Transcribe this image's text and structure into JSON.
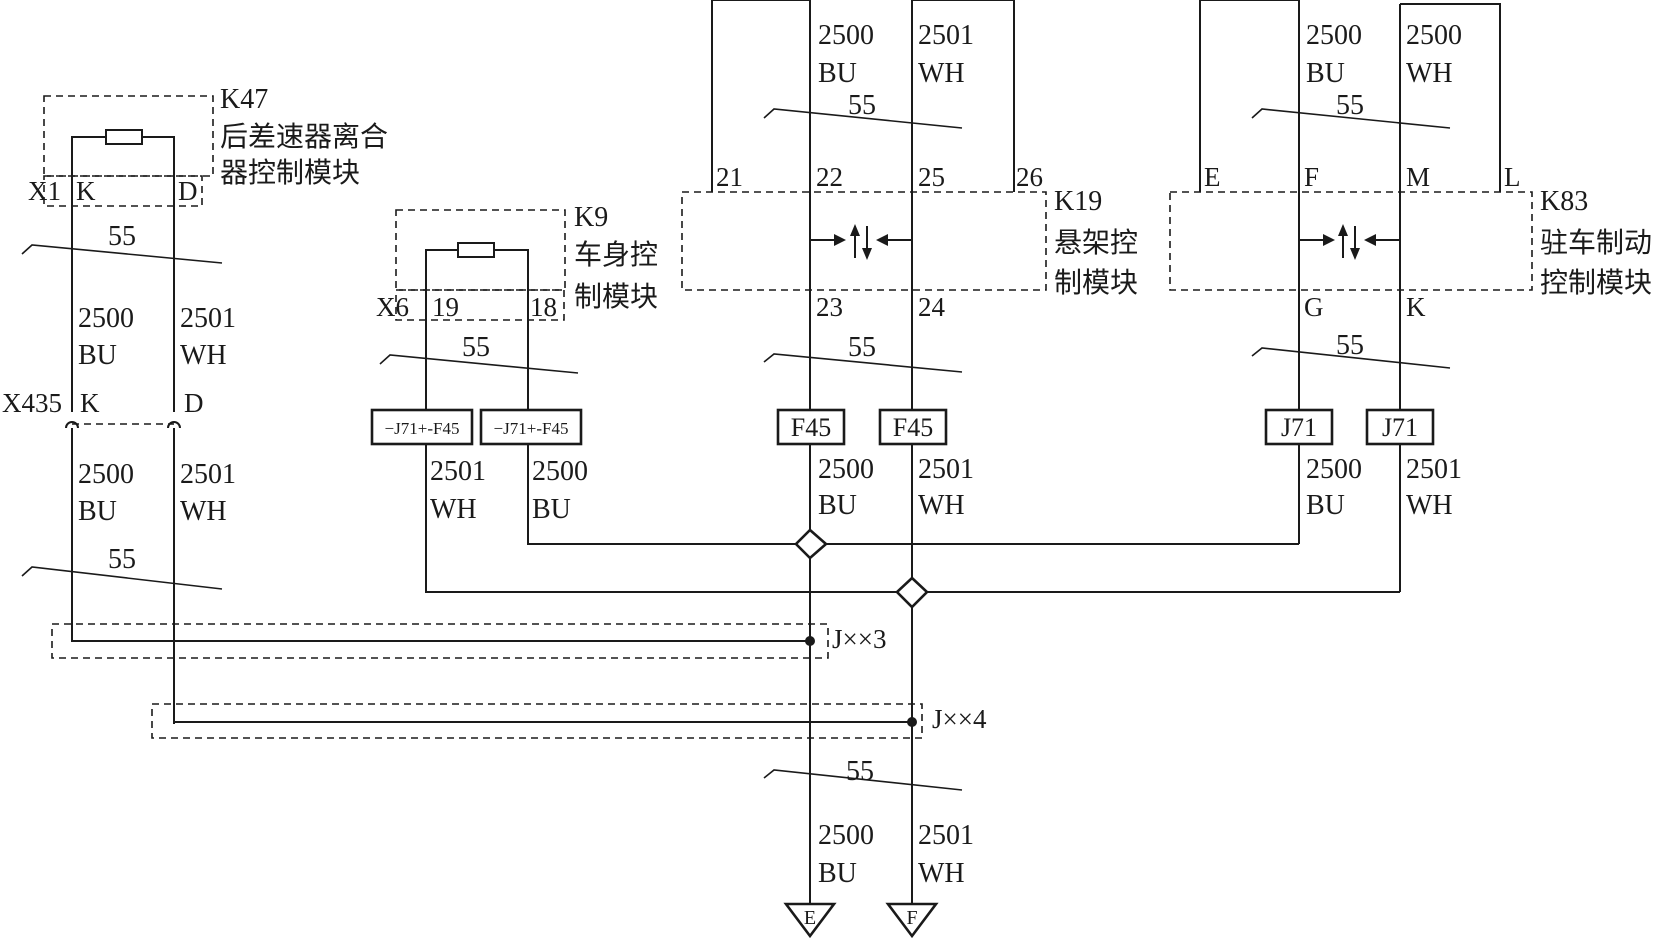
{
  "modules": {
    "k47": {
      "id": "K47",
      "name_l1": "后差速器离合",
      "name_l2": "器控制模块",
      "connector": "X1",
      "pin_k": "K",
      "pin_d": "D"
    },
    "k9": {
      "id": "K9",
      "name_l1": "车身控",
      "name_l2": "制模块",
      "connector": "X6",
      "pin_19": "19",
      "pin_18": "18"
    },
    "k19": {
      "id": "K19",
      "name_l1": "悬架控",
      "name_l2": "制模块",
      "pin_21": "21",
      "pin_22": "22",
      "pin_25": "25",
      "pin_26": "26",
      "pin_23": "23",
      "pin_24": "24"
    },
    "k83": {
      "id": "K83",
      "name_l1": "驻车制动",
      "name_l2": "控制模块",
      "pin_e": "E",
      "pin_f": "F",
      "pin_m": "M",
      "pin_l": "L",
      "pin_g": "G",
      "pin_k": "K"
    }
  },
  "inline_connector": {
    "id": "X435",
    "pin_k": "K",
    "pin_d": "D"
  },
  "splices": {
    "j3": "J××3",
    "j4": "J××4"
  },
  "ground_points": {
    "e": "E",
    "f": "F"
  },
  "twist_label": "55",
  "wires": {
    "bu_circuit": "2500",
    "wh_circuit": "2501",
    "bu_color": "BU",
    "wh_color": "WH",
    "wh_alt_circuit": "2500"
  },
  "boxes": {
    "k9_left": "−J71+-F45",
    "k9_right": "−J71+-F45",
    "k19_left": "F45",
    "k19_right": "F45",
    "k83_left": "J71",
    "k83_right": "J71"
  },
  "icons": {
    "comm": "bidirectional-arrows-icon"
  }
}
